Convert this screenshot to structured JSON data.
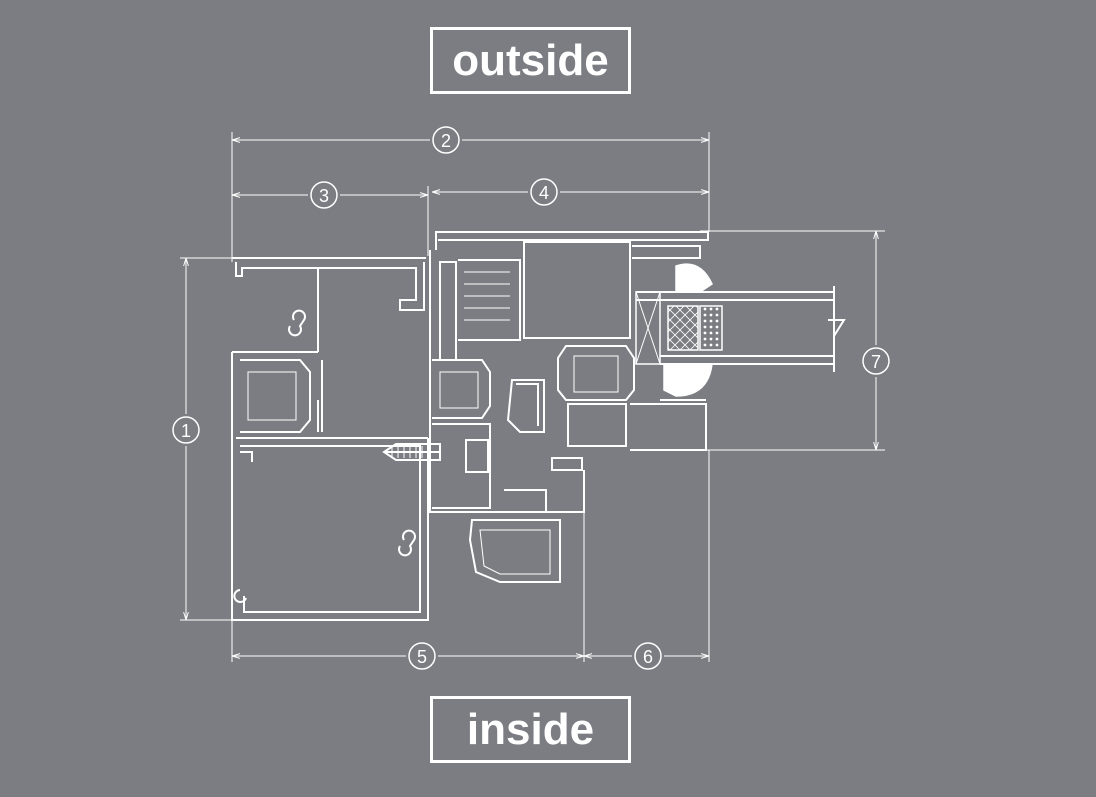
{
  "labels": {
    "top": "outside",
    "bottom": "inside"
  },
  "dimensions": [
    "1",
    "2",
    "3",
    "4",
    "5",
    "6",
    "7"
  ],
  "colors": {
    "background": "#7b7d82",
    "lines": "#ffffff"
  }
}
